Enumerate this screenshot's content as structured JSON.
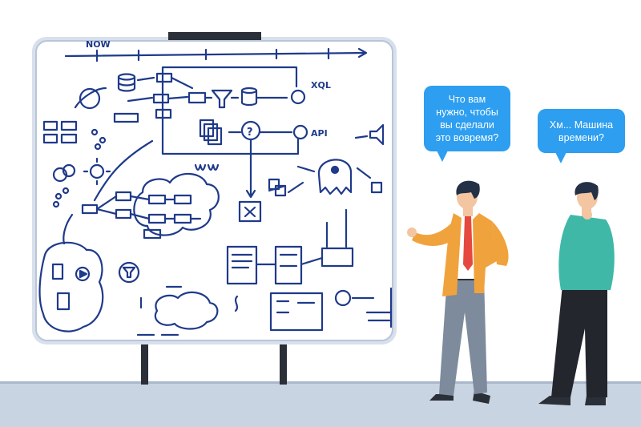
{
  "speech": {
    "left_lines": [
      "Что вам",
      "нужно, чтобы",
      "вы сделали",
      "это вовремя?"
    ],
    "right_lines": [
      "Хм... Машина",
      "времени?"
    ]
  },
  "whiteboard_text": {
    "now": "NOW",
    "xql": "XQL",
    "api": "API",
    "www": "WWW",
    "question": "?"
  },
  "colors": {
    "ink": "#1f3a8a",
    "board_frame": "#b8c6d8",
    "speech_bubble": "#2d9ef0",
    "floor": "#c9d4e2",
    "orange_jacket": "#f0a33c",
    "teal_sweater": "#3fb8a8",
    "gray_pants": "#7d8b9c",
    "dark_pants": "#23262d"
  },
  "icons": [
    "database-icon",
    "funnel-icon",
    "question-icon",
    "play-icon",
    "cloud-icon",
    "alien-icon",
    "speaker-icon",
    "network-icon"
  ]
}
